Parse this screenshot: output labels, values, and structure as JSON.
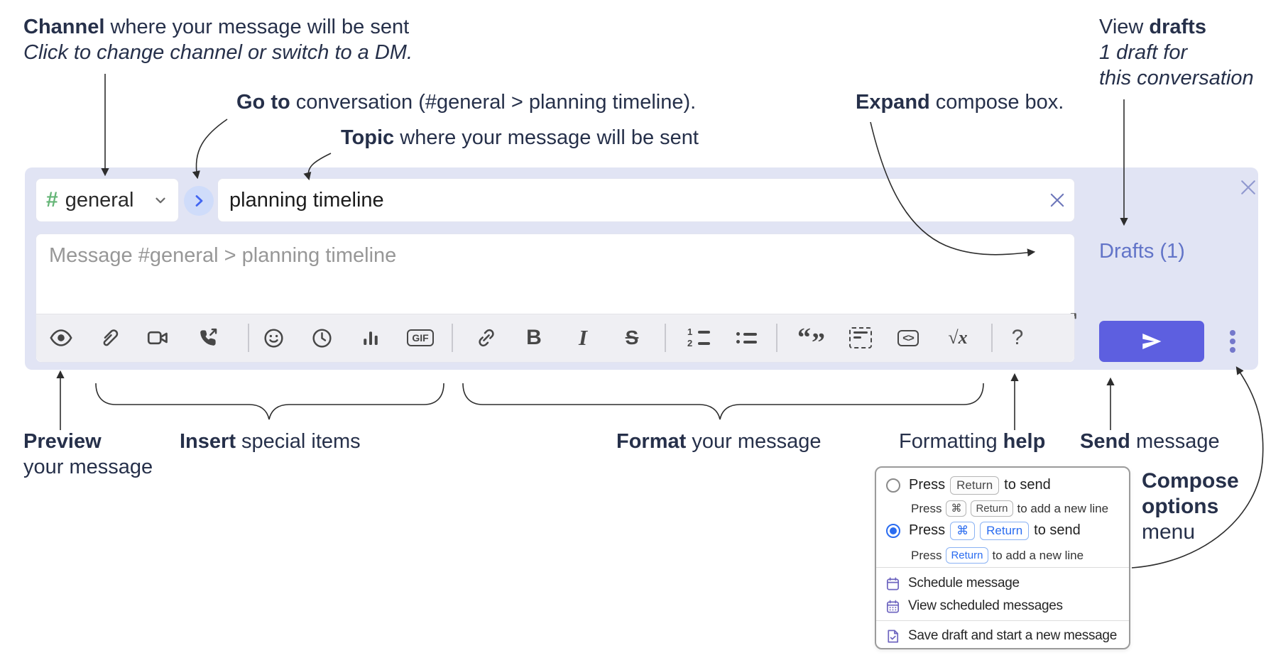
{
  "annotations": {
    "channel": {
      "bold": "Channel",
      "rest": " where your message will be sent",
      "line2": "Click to change channel or switch to a DM."
    },
    "go_to": {
      "bold": "Go to",
      "rest": " conversation (#general > planning timeline)."
    },
    "topic": {
      "bold": "Topic",
      "rest": " where your message will be sent"
    },
    "expand": {
      "bold": "Expand",
      "rest": " compose box."
    },
    "view_drafts": {
      "pre": "View ",
      "bold": "drafts",
      "line2": "1 draft for",
      "line3": "this conversation"
    },
    "preview": {
      "bold": "Preview",
      "line2": "your message"
    },
    "insert": {
      "bold": "Insert",
      "rest": " special items"
    },
    "format": {
      "bold": "Format",
      "rest": " your message"
    },
    "formatting_help": {
      "pre": "Formatting ",
      "bold": "help"
    },
    "send": {
      "bold": "Send",
      "rest": " message"
    },
    "compose_options": {
      "line1": "Compose",
      "line2": "options",
      "line3": "menu"
    }
  },
  "compose": {
    "channel": {
      "hash": "#",
      "name": "general"
    },
    "topic_value": "planning timeline",
    "message_placeholder": "Message #general > planning timeline",
    "drafts_link": "Drafts (1)",
    "toolbar": {
      "icons": [
        "preview",
        "attach-file",
        "start-video-call",
        "start-voice-call",
        "emoji",
        "add-global-time",
        "poll",
        "gif",
        "link",
        "bold",
        "italic",
        "strikethrough",
        "numbered-list",
        "bulleted-list",
        "quote",
        "spoiler",
        "code",
        "math",
        "message-formatting-help"
      ],
      "glyphs": {
        "gif": "GIF",
        "bold": "B",
        "italic": "I",
        "strike": "S",
        "ol_1": "1",
        "ol_2": "2",
        "quote_open": "“",
        "quote_close": "”",
        "code": "<>",
        "math_root": "√",
        "math_x": "x",
        "help": "?"
      }
    }
  },
  "popup": {
    "option1": {
      "press": "Press",
      "kbd": "Return",
      "suffix": "to send",
      "sub_press": "Press",
      "sub_kbd1": "⌘",
      "sub_kbd2": "Return",
      "sub_suffix": "to add a new line"
    },
    "option2": {
      "press": "Press",
      "kbd1": "⌘",
      "kbd2": "Return",
      "suffix": "to send",
      "sub_press": "Press",
      "sub_kbd": "Return",
      "sub_suffix": "to add a new line"
    },
    "items": {
      "schedule": "Schedule message",
      "view_scheduled": "View scheduled messages",
      "save_draft": "Save draft and start a new message"
    }
  },
  "colors": {
    "compose_bg": "#e1e4f4",
    "send_button_bg": "#5d5fe0",
    "drafts_link": "#6274c8",
    "hash_green": "#65b577",
    "goto_chevron_blue": "#4165f1",
    "goto_circle_bg": "#cfdcfa",
    "selected_blue": "#2a6cf0",
    "popup_icon_purple": "#6f66c0",
    "annotation_text": "#26304a"
  }
}
